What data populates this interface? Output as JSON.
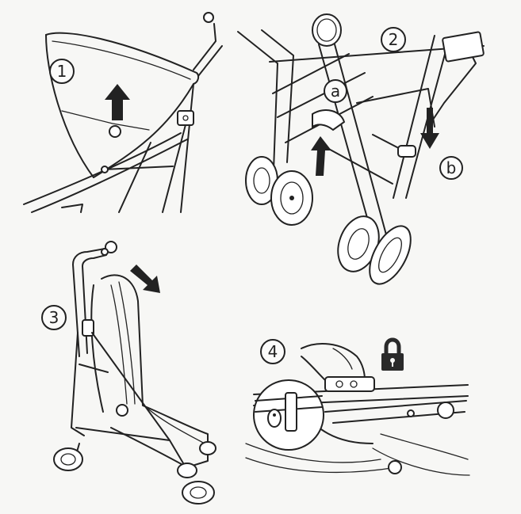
{
  "steps": [
    {
      "number": "1"
    },
    {
      "number": "2",
      "callouts": [
        "a",
        "b"
      ]
    },
    {
      "number": "3"
    },
    {
      "number": "4"
    }
  ],
  "colors": {
    "line": "#222222",
    "fill": "#ffffff",
    "paper": "#f7f7f5"
  },
  "icons": [
    "up-arrow-icon",
    "down-arrow-icon",
    "diagonal-arrow-icon",
    "padlock-icon"
  ]
}
